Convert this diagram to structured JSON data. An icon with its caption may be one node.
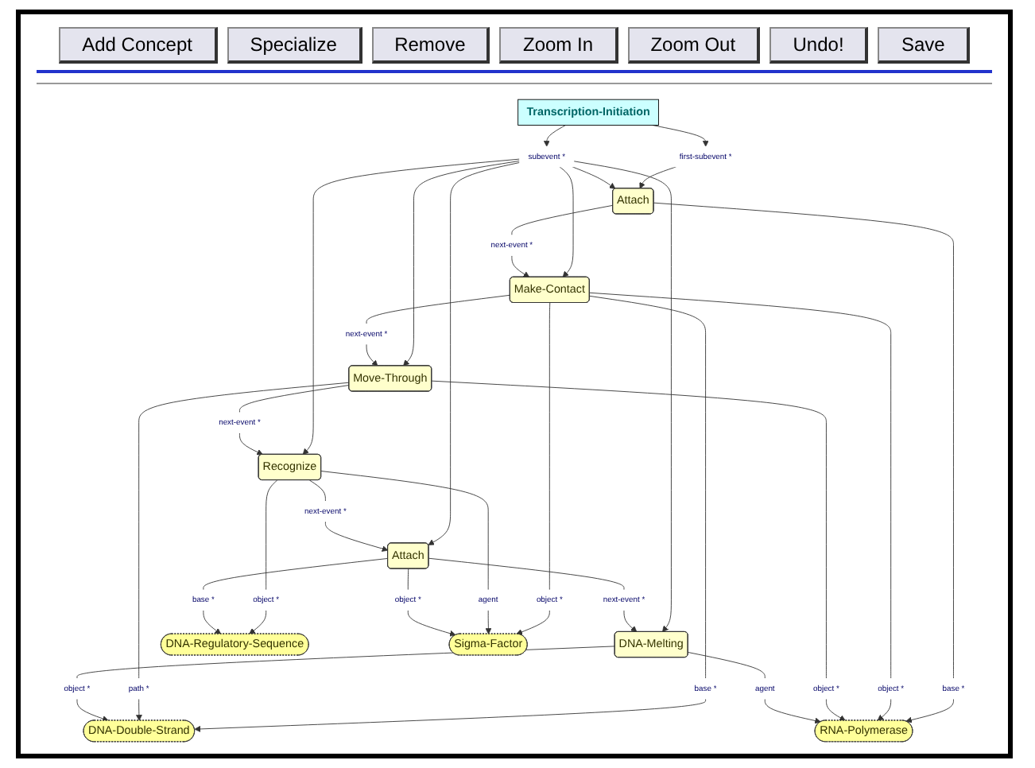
{
  "diagram": {
    "nodes": [
      {
        "text": [
          "Transcription-Initiation"
        ]
      },
      {
        "text": [
          "first-subevent *"
        ]
      },
      {
        "text": [
          "subevent *"
        ]
      },
      {
        "text": [
          "Attach"
        ]
      },
      {
        "text": [
          "Make-Contact"
        ]
      },
      {
        "text": [
          "Move-Through"
        ]
      },
      {
        "text": [
          "Recognize"
        ]
      },
      {
        "text": [
          "Attach"
        ]
      },
      {
        "text": [
          "DNA-Melting"
        ]
      },
      {
        "text": [
          "next-event *"
        ]
      },
      {
        "text": [
          "next-event *"
        ]
      },
      {
        "text": [
          "next-event *"
        ]
      },
      {
        "text": [
          "next-event *"
        ]
      },
      {
        "text": [
          "next-event *"
        ]
      },
      {
        "text": [
          "base *"
        ]
      },
      {
        "text": [
          "object *"
        ]
      },
      {
        "text": [
          "base *"
        ]
      },
      {
        "text": [
          "object *"
        ]
      },
      {
        "text": [
          "path *"
        ]
      },
      {
        "text": [
          "agent"
        ]
      },
      {
        "text": [
          "object *"
        ]
      },
      {
        "text": [
          "base *"
        ]
      },
      {
        "text": [
          "RNA-Polymerase"
        ]
      },
      {
        "text": [
          "DNA-Double-Strand"
        ]
      },
      {
        "text": [
          "DNA-Regulatory-Sequence"
        ]
      },
      {
        "text": [
          "Sigma-Factor"
        ]
      },
      {
        "text": [
          "object *"
        ]
      },
      {
        "text": [
          "object *"
        ]
      },
      {
        "text": [
          "object *"
        ]
      },
      {
        "text": [
          "agent"
        ]
      }
    ],
    "edges": [
      {
        "from": 0,
        "to": 1,
        "arrow": "to"
      },
      {
        "from": 0,
        "to": 2,
        "arrow": "to"
      },
      {
        "from": 1,
        "to": 3,
        "arrow": "to"
      },
      {
        "from": 2,
        "to": 3,
        "arrow": "to"
      },
      {
        "from": 2,
        "to": 4,
        "arrow": "to"
      },
      {
        "from": 2,
        "to": 5,
        "arrow": "to"
      },
      {
        "from": 2,
        "to": 6,
        "arrow": "to"
      },
      {
        "from": 2,
        "to": 7,
        "arrow": "to"
      },
      {
        "from": 2,
        "to": 8,
        "arrow": "to"
      },
      {
        "from": 3,
        "to": 9,
        "arrow": "none"
      },
      {
        "from": 9,
        "to": 4,
        "arrow": "to"
      },
      {
        "from": 3,
        "to": 14,
        "arrow": "none"
      },
      {
        "from": 14,
        "to": 22,
        "arrow": "to"
      },
      {
        "from": 4,
        "to": 10,
        "arrow": "none"
      },
      {
        "from": 10,
        "to": 5,
        "arrow": "to"
      },
      {
        "from": 4,
        "to": 15,
        "arrow": "none"
      },
      {
        "from": 15,
        "to": 22,
        "arrow": "to"
      },
      {
        "from": 4,
        "to": 16,
        "arrow": "none"
      },
      {
        "from": 16,
        "to": 23,
        "arrow": "to"
      },
      {
        "from": 4,
        "to": 26,
        "arrow": "none"
      },
      {
        "from": 26,
        "to": 25,
        "arrow": "to"
      },
      {
        "from": 5,
        "to": 11,
        "arrow": "none"
      },
      {
        "from": 11,
        "to": 6,
        "arrow": "to"
      },
      {
        "from": 5,
        "to": 17,
        "arrow": "none"
      },
      {
        "from": 17,
        "to": 22,
        "arrow": "to"
      },
      {
        "from": 5,
        "to": 18,
        "arrow": "none"
      },
      {
        "from": 18,
        "to": 23,
        "arrow": "to"
      },
      {
        "from": 6,
        "to": 12,
        "arrow": "none"
      },
      {
        "from": 12,
        "to": 7,
        "arrow": "to"
      },
      {
        "from": 6,
        "to": 19,
        "arrow": "none"
      },
      {
        "from": 19,
        "to": 25,
        "arrow": "to"
      },
      {
        "from": 6,
        "to": 20,
        "arrow": "none"
      },
      {
        "from": 20,
        "to": 24,
        "arrow": "to"
      },
      {
        "from": 7,
        "to": 13,
        "arrow": "none"
      },
      {
        "from": 13,
        "to": 8,
        "arrow": "to"
      },
      {
        "from": 7,
        "to": 21,
        "arrow": "none"
      },
      {
        "from": 21,
        "to": 24,
        "arrow": "to"
      },
      {
        "from": 7,
        "to": 28,
        "arrow": "none"
      },
      {
        "from": 28,
        "to": 25,
        "arrow": "to"
      },
      {
        "from": 8,
        "to": 27,
        "arrow": "none"
      },
      {
        "from": 27,
        "to": 23,
        "arrow": "to"
      },
      {
        "from": 8,
        "to": 29,
        "arrow": "none"
      },
      {
        "from": 29,
        "to": 22,
        "arrow": "to"
      }
    ],
    "labels": [
      "Add Concept",
      "Specialize",
      "Remove",
      "Zoom In",
      "Zoom Out",
      "Undo!",
      "Save"
    ]
  }
}
